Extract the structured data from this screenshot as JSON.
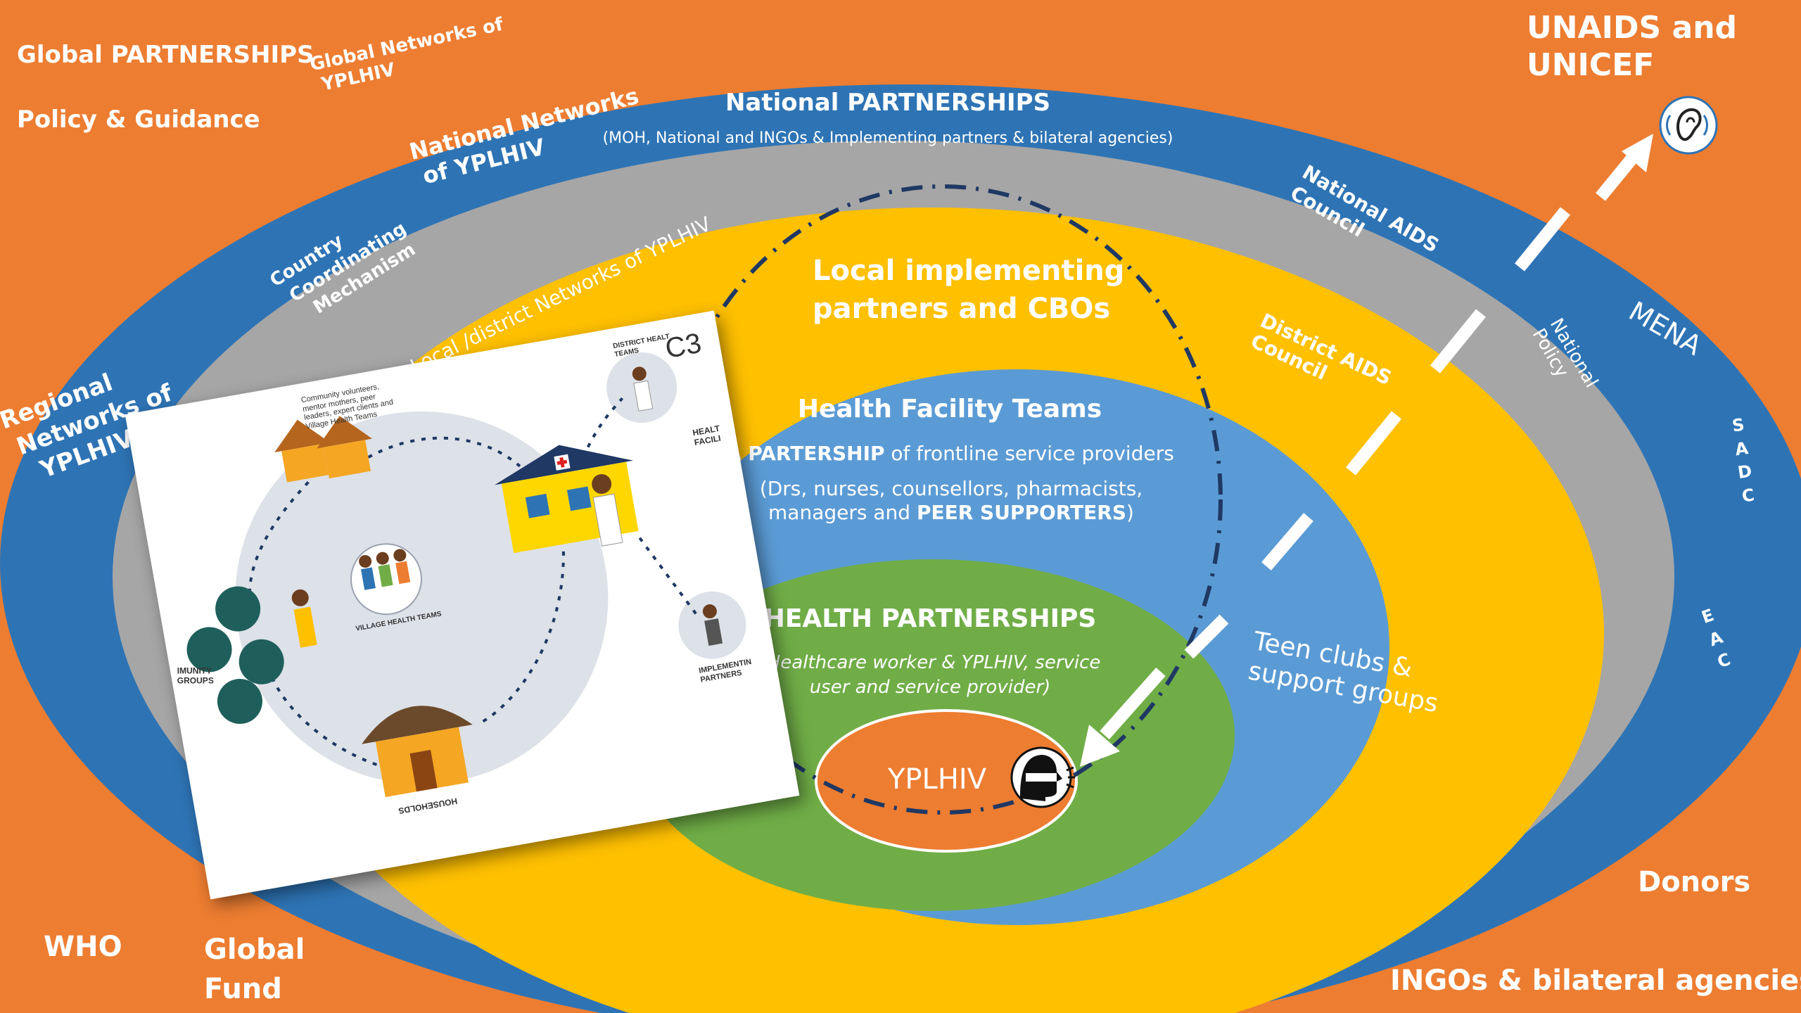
{
  "colors": {
    "orange": "#ED7D31",
    "blue_dark": "#2E74B5",
    "gray": "#A6A6A6",
    "gold": "#FFC000",
    "blue_light": "#5B9BD5",
    "green": "#70AD47",
    "navy_dash": "#1F3864",
    "white": "#FFFFFF"
  },
  "icons": {
    "listening_ear": "ear-icon",
    "speaking_person": "speaking-person-icon",
    "arrow_out": "arrow-up-right",
    "arrow_in": "arrow-down-left"
  },
  "outer": {
    "global_partnerships": "Global PARTNERSHIPS",
    "policy_guidance": "Policy & Guidance",
    "global_networks": [
      "Global Networks of",
      "YPLHIV"
    ],
    "unaids": [
      "UNAIDS and",
      "UNICEF"
    ],
    "who": "WHO",
    "global_fund": [
      "Global",
      "Fund"
    ],
    "donors": "Donors",
    "ingos": "INGOs & bilateral agencies"
  },
  "regional": {
    "networks": [
      "Regional",
      "Networks of",
      "YPLHIV"
    ],
    "mena": "MENA",
    "sadc": [
      "S",
      "A",
      "D",
      "C"
    ],
    "eac": [
      "E",
      "A",
      "C"
    ]
  },
  "national": {
    "title": "National PARTNERSHIPS",
    "subtitle": "(MOH, National and  INGOs & Implementing partners & bilateral agencies)",
    "networks": [
      "National Networks",
      "of YPLHIV"
    ],
    "ccm": [
      "Country",
      "Coordinating",
      "Mechanism"
    ],
    "nac": [
      "National AIDS",
      "Council"
    ],
    "policy": [
      "National",
      "Policy"
    ]
  },
  "local": {
    "networks": "Local /district Networks of YPLHIV",
    "implementing": [
      "Local implementing",
      "partners and CBOs"
    ],
    "dac": [
      "District  AIDS",
      "Council"
    ]
  },
  "facility": {
    "title": "Health Facility Teams",
    "line1_pre": "A ",
    "line1_bold": "PARTERSHIP",
    "line1_post": " of frontline  service providers",
    "line2": "(Drs, nurses, counsellors, pharmacists,",
    "line3_pre": "managers and ",
    "line3_bold": "PEER SUPPORTERS",
    "line3_post": ")",
    "teen": [
      "Teen clubs &",
      "support groups"
    ]
  },
  "health": {
    "title": "HEALTH PARTNERSHIPS",
    "subtitle": [
      "(Healthcare worker & YPLHIV, service",
      "user and service provider)"
    ]
  },
  "core": {
    "label": "YPLHIV"
  },
  "c3": {
    "title": "C3",
    "community_text": [
      "Community volunteers,",
      "mentor mothers, peer",
      "leaders, expert clients and",
      "Village Health Teams"
    ],
    "district": [
      "DISTRICT HEALT",
      "TEAMS"
    ],
    "health_facility": [
      "HEALT",
      "FACILI"
    ],
    "community_groups": [
      "IMUNITY",
      "GROUPS"
    ],
    "village": "VILLAGE HEALTH TEAMS",
    "implementing": [
      "IMPLEMENTIN",
      "PARTNERS"
    ],
    "households": "HOUSEHOLDS"
  }
}
